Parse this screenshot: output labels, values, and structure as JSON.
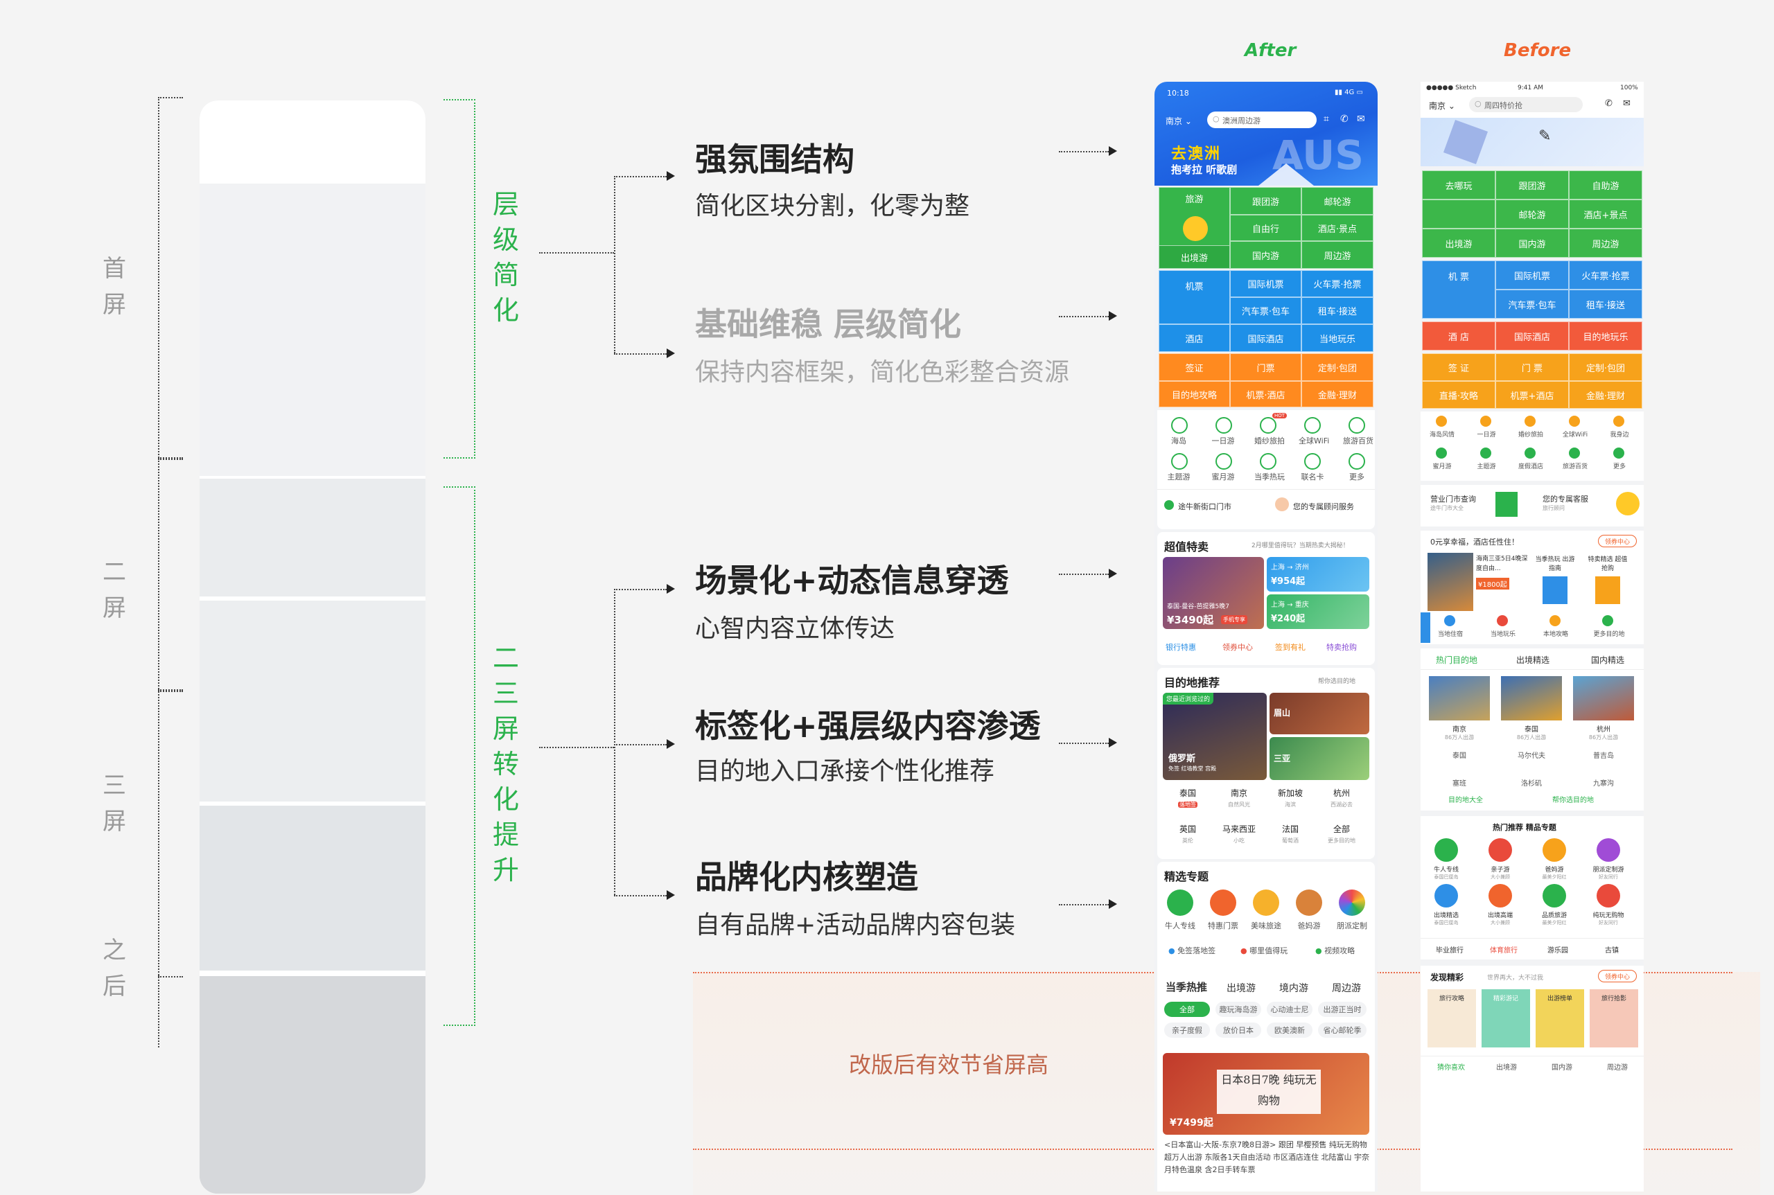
{
  "left": {
    "labels": [
      "首屏",
      "二屏",
      "三屏",
      "之后"
    ],
    "green1": "层级简化",
    "green2": "二三屏转化提升"
  },
  "middle": {
    "items": [
      {
        "title": "强氛围结构",
        "sub": "简化区块分割，化零为整"
      },
      {
        "title": "基础维稳 层级简化",
        "sub": "保持内容框架，简化色彩整合资源"
      },
      {
        "title": "场景化+动态信息穿透",
        "sub": "心智内容立体传达"
      },
      {
        "title": "标签化+强层级内容渗透",
        "sub": "目的地入口承接个性化推荐"
      },
      {
        "title": "品牌化内核塑造",
        "sub": "自有品牌+活动品牌内容包装"
      }
    ],
    "save_note": "改版后有效节省屏高"
  },
  "after": {
    "heading": "After",
    "status_time": "10:18",
    "city": "南京",
    "search_placeholder": "澳洲周边游",
    "banner_title": "去澳洲",
    "banner_sub": "抱考拉 听歌剧",
    "grid": [
      [
        "旅游",
        "跟团游",
        "邮轮游"
      ],
      [
        "",
        "自由行",
        "酒店·景点"
      ],
      [
        "出境游",
        "国内游",
        "周边游"
      ],
      [
        "机票",
        "国际机票",
        "火车票·抢票"
      ],
      [
        "",
        "汽车票·包车",
        "租车·接送"
      ],
      [
        "酒店",
        "国际酒店",
        "当地玩乐"
      ],
      [
        "签证",
        "门票",
        "定制·包团"
      ],
      [
        "目的地攻略",
        "机票·酒店",
        "金融·理财"
      ]
    ],
    "icons_row1": [
      "海岛",
      "一日游",
      "婚纱旅拍",
      "全球WiFi",
      "旅游百货"
    ],
    "icons_row2": [
      "主题游",
      "蜜月游",
      "当季热玩",
      "联名卡",
      "更多"
    ],
    "hot_badge": "HOT",
    "store": "途牛新街口门市",
    "advisor": "您的专属顾问服务",
    "deal_title": "超值特卖",
    "deal_hint": "2月哪里值得玩？当期热卖大揭秘！",
    "deal_main_label": "泰国-曼谷-芭提雅5晚7",
    "deal_main_price": "¥3490起",
    "deal_main_tag": "手机专享",
    "deal_routes": [
      {
        "route": "上海 → 济州",
        "price": "¥954起"
      },
      {
        "route": "上海 → 重庆",
        "price": "¥240起"
      }
    ],
    "deal_links": [
      "银行特惠",
      "领券中心",
      "签到有礼",
      "特卖抢购"
    ],
    "dest_title": "目的地推荐",
    "dest_more": "帮你选目的地",
    "dest_tag": "您最近浏览过的",
    "dest_imgs": [
      "俄罗斯",
      "眉山",
      "三亚"
    ],
    "dest_chips": [
      "免签",
      "红墙教堂",
      "宫殿"
    ],
    "dest_row1": [
      [
        "泰国",
        "落地签"
      ],
      [
        "南京",
        "自然风光"
      ],
      [
        "新加坡",
        "海滨"
      ],
      [
        "杭州",
        "西湖必去"
      ]
    ],
    "dest_row2": [
      [
        "英国",
        "英伦"
      ],
      [
        "马来西亚",
        "小吃"
      ],
      [
        "法国",
        "葡萄酒"
      ],
      [
        "全部",
        "更多目的地"
      ]
    ],
    "brand_title": "精选专题",
    "brand_items": [
      "牛人专线",
      "特惠门票",
      "美味旅途",
      "爸妈游",
      "朋派定制"
    ],
    "brand_links": [
      "免签落地签",
      "哪里值得玩",
      "视频攻略"
    ],
    "season_tabs": [
      "当季热推",
      "出境游",
      "境内游",
      "周边游"
    ],
    "season_chips": [
      "全部",
      "趣玩海岛游",
      "心动迪士尼",
      "出游正当时",
      "亲子度假",
      "放价日本",
      "欧美澳新",
      "省心邮轮季"
    ],
    "product_title": "日本8日7晚 纯玩无购物",
    "product_price": "¥7499起",
    "product_desc": "<日本富山-大阪-东京7晚8日游> 跟团 早樱预售 纯玩无购物 超万人出游 东阪各1天自由活动 市区酒店连住 北陆富山 宇奈月特色温泉 含2日手转车票"
  },
  "before": {
    "heading": "Before",
    "status_left": "Sketch",
    "status_time": "9:41 AM",
    "status_right": "100%",
    "city": "南京",
    "search_placeholder": "周四特价抢",
    "grid": [
      [
        "去哪玩",
        "跟团游",
        "自助游"
      ],
      [
        "",
        "邮轮游",
        "酒店+景点"
      ],
      [
        "出境游",
        "国内游",
        "周边游"
      ],
      [
        "机 票",
        "国际机票",
        "火车票·抢票"
      ],
      [
        "",
        "汽车票·包车",
        "租车·接送"
      ],
      [
        "酒 店",
        "国际酒店",
        "目的地玩乐"
      ],
      [
        "签 证",
        "门 票",
        "定制·包团"
      ],
      [
        "直播·攻略",
        "机票+酒店",
        "金融·理财"
      ]
    ],
    "icons_row1": [
      "海岛风情",
      "一日游",
      "婚纱旅拍",
      "全球WiFi",
      "我身边"
    ],
    "icons_row2": [
      "蜜月游",
      "主题游",
      "度假酒店",
      "旅游百货",
      "更多"
    ],
    "store": "营业门市查询",
    "store_sub": "途牛门市大全",
    "advisor": "您的专属客服",
    "advisor_sub": "旅行顾问",
    "coupon": "0元享幸福，酒店任性住！",
    "coupon_btn": "领券中心",
    "deal_text": "海南三亚5日4晚深度自由...",
    "deal_price": "¥1800起",
    "deal_mid": "当季热玩 出游指南",
    "deal_right": "特卖精选 超值抢购",
    "mini_icons": [
      "当地住宿",
      "当地玩乐",
      "本地攻略",
      "更多目的地"
    ],
    "dest_tabs": [
      "热门目的地",
      "出境精选",
      "国内精选"
    ],
    "dest_cards": [
      [
        "南京",
        "86万人出游"
      ],
      [
        "泰国",
        "86万人出游"
      ],
      [
        "杭州",
        "86万人出游"
      ]
    ],
    "dest_list": [
      "泰国",
      "马尔代夫",
      "普吉岛",
      "塞班",
      "洛杉矶",
      "九寨沟"
    ],
    "dest_links": [
      "目的地大全",
      "帮你选目的地"
    ],
    "brand_title": "热门推荐 精品专题",
    "brand_row1": [
      [
        "牛人专线",
        "泰国巴厘岛"
      ],
      [
        "亲子游",
        "大小兼顾"
      ],
      [
        "爸妈游",
        "最美夕阳红"
      ],
      [
        "朋派定制游",
        "好友同行"
      ]
    ],
    "brand_row2": [
      [
        "出境精选",
        "泰国巴厘岛"
      ],
      [
        "出境高端",
        "大小兼顾"
      ],
      [
        "品质旅游",
        "最美夕阳红"
      ],
      [
        "纯玩无购物",
        "好友同行"
      ]
    ],
    "brand_tags": [
      "毕业旅行",
      "体育旅行",
      "游乐园",
      "古镇"
    ],
    "find_title": "发现精彩",
    "find_hint": "世界再大，大不过我",
    "find_btn": "领券中心",
    "find_cards": [
      "旅行攻略",
      "精彩游记",
      "出游榜单",
      "旅行拾影"
    ],
    "bottom_tabs": [
      "猜你喜欢",
      "出境游",
      "国内游",
      "周边游"
    ]
  },
  "colors": {
    "green": "#2bb24c",
    "blue": "#1e90e8",
    "orange": "#ff8a1f",
    "red": "#e86a4a"
  }
}
